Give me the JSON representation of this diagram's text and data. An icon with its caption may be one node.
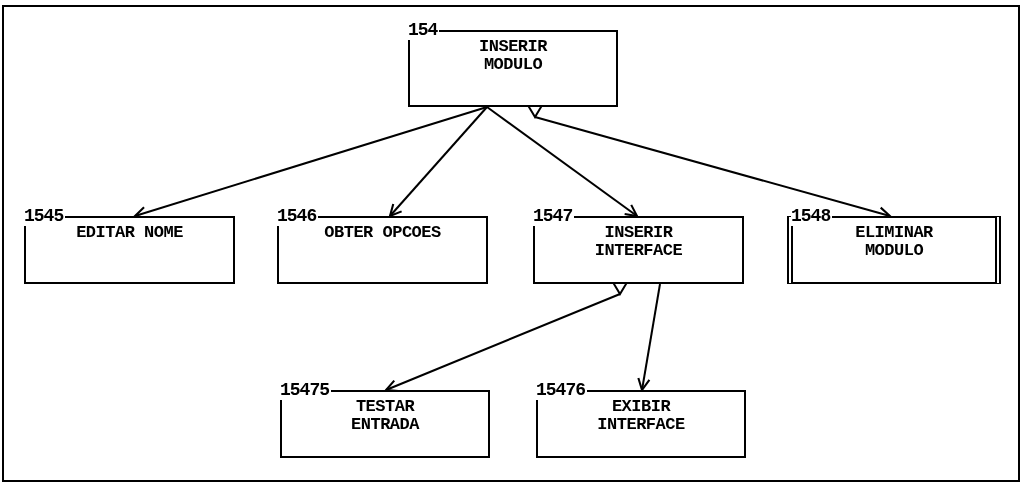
{
  "diagram": {
    "nodes": [
      {
        "text": [
          "154",
          "INSERIR MODULO"
        ]
      },
      {
        "text": [
          "1545",
          "EDITAR NOME"
        ]
      },
      {
        "text": [
          "1546",
          "OBTER OPCOES"
        ]
      },
      {
        "text": [
          "1547",
          "INSERIR INTERFACE"
        ]
      },
      {
        "text": [
          "1548",
          "ELIMINAR MODULO"
        ]
      },
      {
        "text": [
          "15475",
          "TESTAR ENTRADA"
        ]
      },
      {
        "text": [
          "15476",
          "EXIBIR INTERFACE"
        ]
      }
    ],
    "edges": [
      {
        "from": 0,
        "to": 1,
        "arrow": "to"
      },
      {
        "from": 0,
        "to": 2,
        "arrow": "to"
      },
      {
        "from": 0,
        "to": 3,
        "arrow": "to"
      },
      {
        "from": 0,
        "to": 4,
        "arrow": "to"
      },
      {
        "from": 3,
        "to": 5,
        "arrow": "to"
      },
      {
        "from": 3,
        "to": 6,
        "arrow": "to"
      }
    ]
  }
}
